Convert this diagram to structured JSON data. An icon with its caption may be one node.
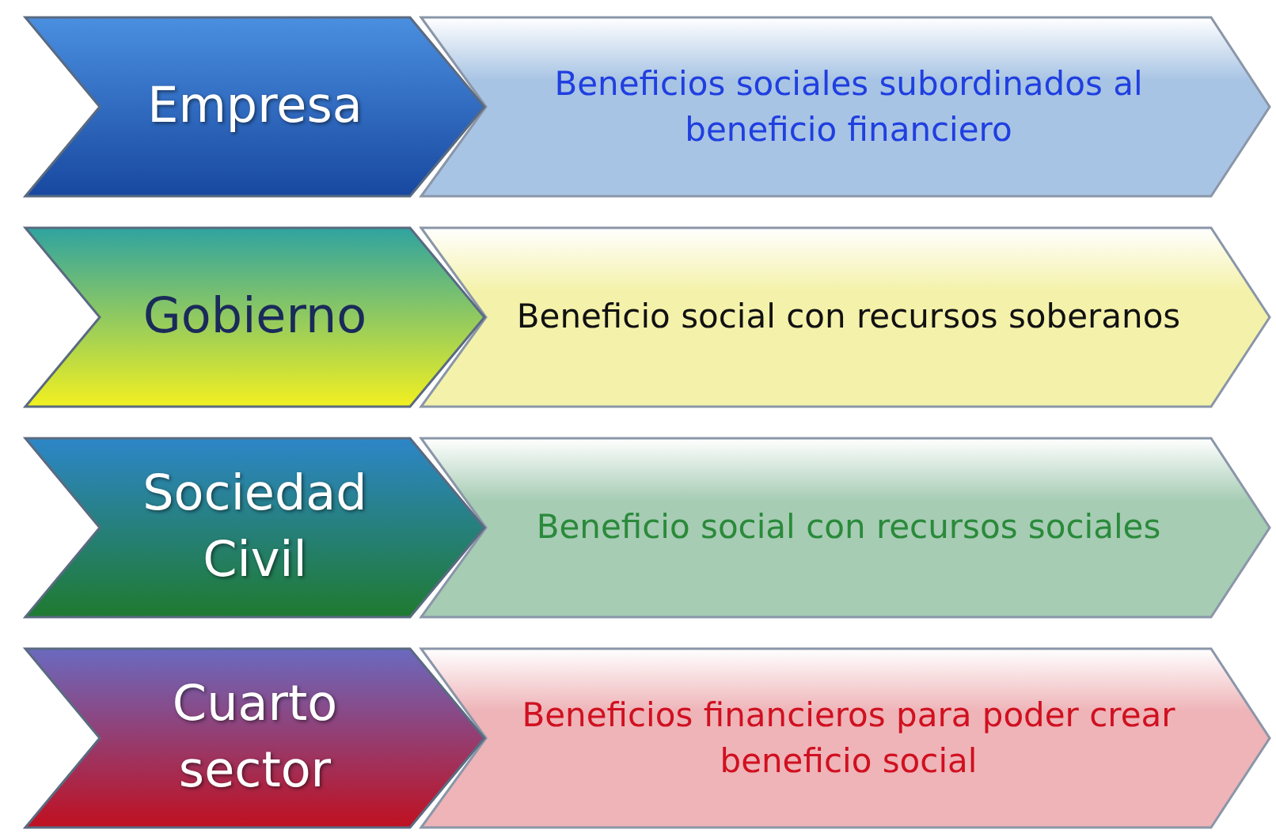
{
  "diagram": {
    "nodes": [
      {
        "text": [
          "Empresa"
        ]
      },
      {
        "text": [
          "Beneficios sociales subordinados al beneficio financiero"
        ]
      },
      {
        "text": [
          "Gobierno"
        ]
      },
      {
        "text": [
          "Beneficio social con recursos soberanos"
        ]
      },
      {
        "text": [
          "Sociedad Civil"
        ]
      },
      {
        "text": [
          "Beneficio social con recursos sociales"
        ]
      },
      {
        "text": [
          "Cuarto sector"
        ]
      },
      {
        "text": [
          "Beneficios financieros para poder crear beneficio social"
        ]
      }
    ]
  }
}
